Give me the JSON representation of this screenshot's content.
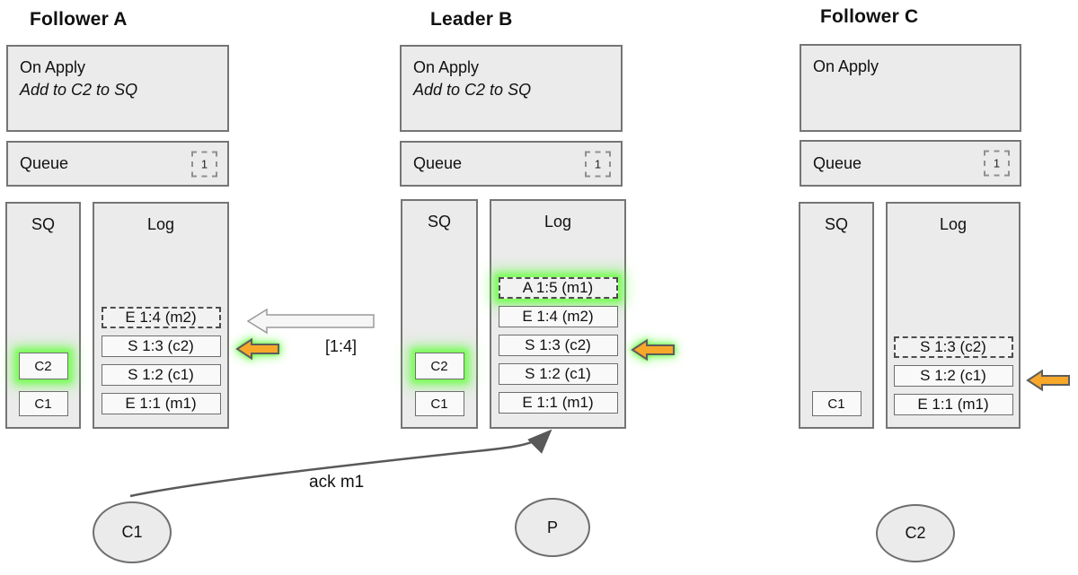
{
  "nodes": [
    {
      "title": "Follower A",
      "on_apply": {
        "heading": "On Apply",
        "rule": "Add to C2 to SQ"
      },
      "queue": {
        "label": "Queue",
        "count": "1"
      },
      "sq": {
        "label": "SQ",
        "entries": [
          {
            "label": "C2",
            "glow": true,
            "dashed": false
          },
          {
            "label": "C1",
            "glow": false,
            "dashed": false
          }
        ]
      },
      "log": {
        "label": "Log",
        "entries": [
          {
            "label": "E 1:4 (m2)",
            "dashed": true,
            "glow": false
          },
          {
            "label": "S 1:3 (c2)",
            "dashed": false,
            "glow": false
          },
          {
            "label": "S 1:2 (c1)",
            "dashed": false,
            "glow": false
          },
          {
            "label": "E 1:1 (m1)",
            "dashed": false,
            "glow": false
          }
        ]
      }
    },
    {
      "title": "Leader B",
      "on_apply": {
        "heading": "On Apply",
        "rule": "Add to C2 to SQ"
      },
      "queue": {
        "label": "Queue",
        "count": "1"
      },
      "sq": {
        "label": "SQ",
        "entries": [
          {
            "label": "C2",
            "glow": true,
            "dashed": false
          },
          {
            "label": "C1",
            "glow": false,
            "dashed": false
          }
        ]
      },
      "log": {
        "label": "Log",
        "entries": [
          {
            "label": "A 1:5 (m1)",
            "dashed": true,
            "glow": true
          },
          {
            "label": "E 1:4 (m2)",
            "dashed": false,
            "glow": false
          },
          {
            "label": "S 1:3 (c2)",
            "dashed": false,
            "glow": false
          },
          {
            "label": "S 1:2 (c1)",
            "dashed": false,
            "glow": false
          },
          {
            "label": "E 1:1 (m1)",
            "dashed": false,
            "glow": false
          }
        ]
      }
    },
    {
      "title": "Follower C",
      "on_apply": {
        "heading": "On Apply",
        "rule": ""
      },
      "queue": {
        "label": "Queue",
        "count": "1"
      },
      "sq": {
        "label": "SQ",
        "entries": [
          {
            "label": "C1",
            "glow": false,
            "dashed": false
          }
        ]
      },
      "log": {
        "label": "Log",
        "entries": [
          {
            "label": "S 1:3 (c2)",
            "dashed": true,
            "glow": false
          },
          {
            "label": "S 1:2 (c1)",
            "dashed": false,
            "glow": false
          },
          {
            "label": "E 1:1 (m1)",
            "dashed": false,
            "glow": false
          }
        ]
      }
    }
  ],
  "arrows": {
    "replicate_label": "[1:4]",
    "ack_label": "ack m1"
  },
  "actors": [
    {
      "label": "C1"
    },
    {
      "label": "P"
    },
    {
      "label": "C2"
    }
  ],
  "colors": {
    "box_fill": "#ebebeb",
    "box_border": "#757575",
    "entry_fill": "#f9f9f9",
    "glow_green": "#5ef53e",
    "arrow_orange": "#f7a82a",
    "ack_arrow_gray": "#595959",
    "replicate_arrow_fill": "#f6f6f6",
    "replicate_arrow_border": "#9a9a9a"
  }
}
